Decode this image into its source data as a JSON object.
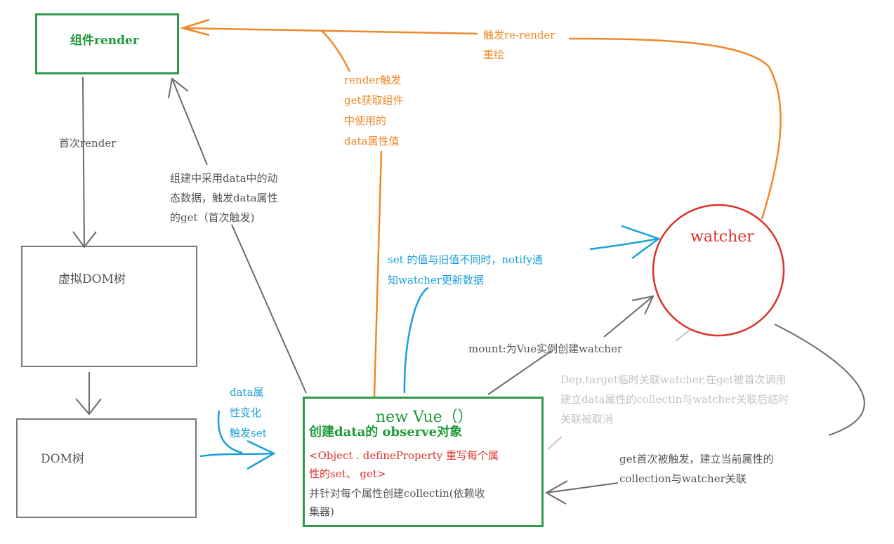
{
  "colors": {
    "green": "#1f9a3a",
    "red": "#d9342b",
    "orange": "#f0882a",
    "blue": "#1aa0d8",
    "gray": "#555555",
    "light_gray": "#c3c3c3"
  },
  "nodes": {
    "component_render": "组件render",
    "virtual_dom": "虚拟DOM树",
    "dom_tree": "DOM树",
    "watcher": "watcher",
    "new_vue": {
      "title": "new Vue（）",
      "line1": "创建data的 observe对象",
      "line2": "<Object . defineProperty 重写每个属\n性的set、 get>",
      "line3": "并针对每个属性创建collectin(依赖收\n集器)"
    }
  },
  "edge_labels": {
    "first_render": "首次render",
    "trigger_rerender": "触发re-render\n重绘",
    "render_get": "render触发\nget获取组件\n中使用的\ndata属性值",
    "use_data": "组建中采用data中的动\n态数据，触发data属性\n的get（首次触发)",
    "notify": "set 的值与旧值不同时，notify通\n知watcher更新数据",
    "data_change": "data属\n性变化\n触发set",
    "mount": "mount:为Vue实例创建watcher",
    "dep_target": "Dep.target临时关联watcher,在get被首次调用\n建立data属性的collectin与watcher关联后临时\n关联被取消",
    "get_first": "get首次被触发，建立当前属性的\ncollection与watcher关联"
  }
}
